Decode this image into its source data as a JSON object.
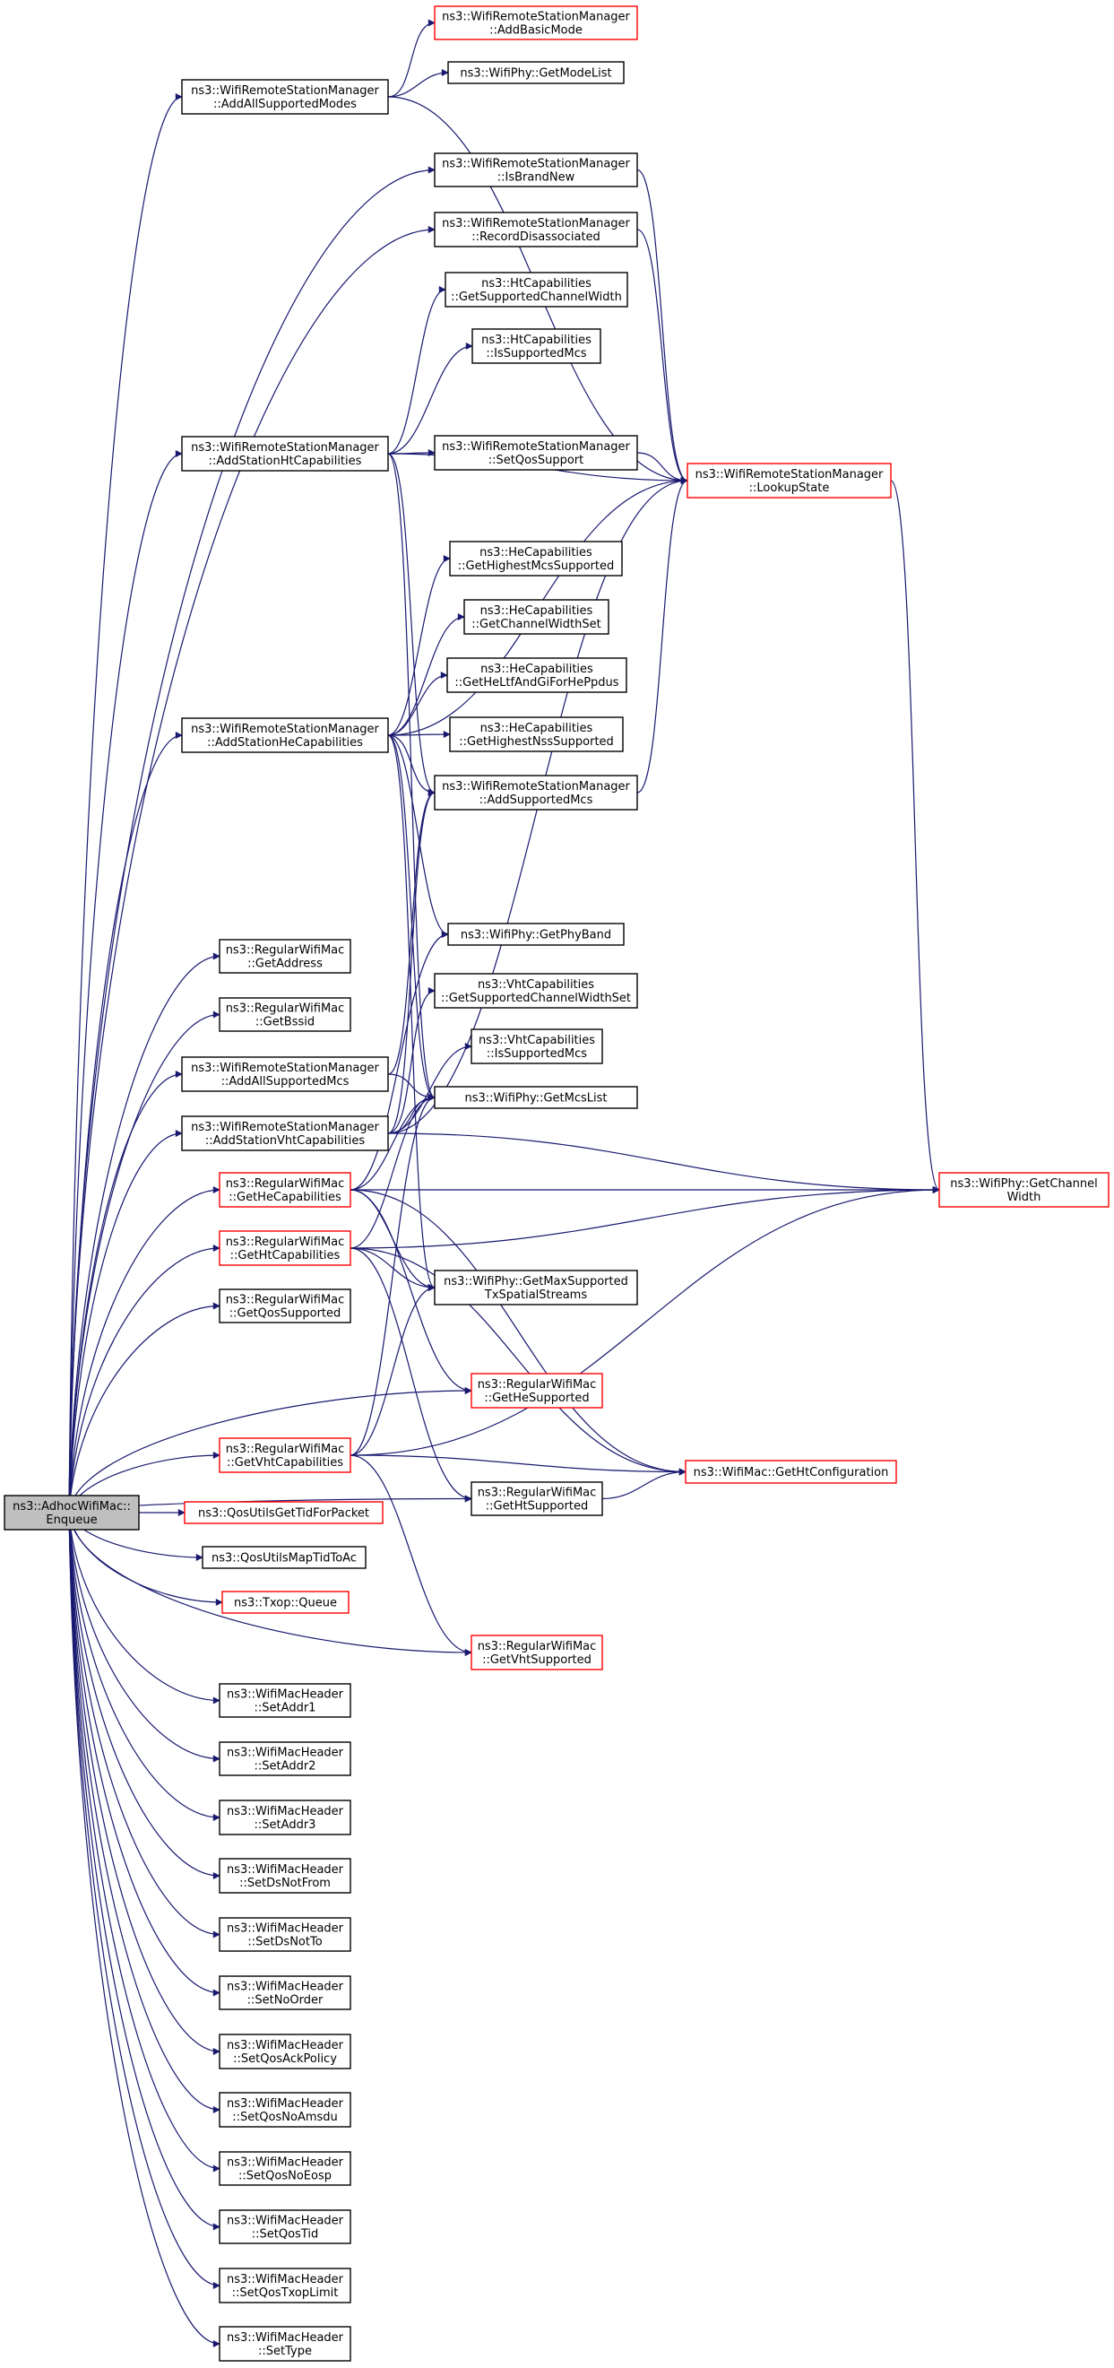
{
  "graph": {
    "edge_color": "#191970",
    "colors": {
      "root_fill": "#bfbfbf",
      "node_fill": "#ffffff",
      "node_border": "#000000",
      "highlight_border": "#ff0000"
    },
    "nodes": [
      {
        "id": "root",
        "lines": [
          "ns3::AdhocWifiMac::",
          "Enqueue"
        ],
        "style": "root"
      },
      {
        "id": "addBasicMode",
        "lines": [
          "ns3::WifiRemoteStationManager",
          "::AddBasicMode"
        ],
        "style": "red"
      },
      {
        "id": "addAllSupportedModes",
        "lines": [
          "ns3::WifiRemoteStationManager",
          "::AddAllSupportedModes"
        ],
        "style": "normal"
      },
      {
        "id": "getModeList",
        "lines": [
          "ns3::WifiPhy::GetModeList"
        ],
        "style": "normal"
      },
      {
        "id": "isBrandNew",
        "lines": [
          "ns3::WifiRemoteStationManager",
          "::IsBrandNew"
        ],
        "style": "normal"
      },
      {
        "id": "recordDisassociated",
        "lines": [
          "ns3::WifiRemoteStationManager",
          "::RecordDisassociated"
        ],
        "style": "normal"
      },
      {
        "id": "htGetSupportedChannelWidth",
        "lines": [
          "ns3::HtCapabilities",
          "::GetSupportedChannelWidth"
        ],
        "style": "normal"
      },
      {
        "id": "htIsSupportedMcs",
        "lines": [
          "ns3::HtCapabilities",
          "::IsSupportedMcs"
        ],
        "style": "normal"
      },
      {
        "id": "addStationHtCapabilities",
        "lines": [
          "ns3::WifiRemoteStationManager",
          "::AddStationHtCapabilities"
        ],
        "style": "normal"
      },
      {
        "id": "setQosSupport",
        "lines": [
          "ns3::WifiRemoteStationManager",
          "::SetQosSupport"
        ],
        "style": "normal"
      },
      {
        "id": "lookupState",
        "lines": [
          "ns3::WifiRemoteStationManager",
          "::LookupState"
        ],
        "style": "red"
      },
      {
        "id": "heGetHighestMcsSupported",
        "lines": [
          "ns3::HeCapabilities",
          "::GetHighestMcsSupported"
        ],
        "style": "normal"
      },
      {
        "id": "heGetChannelWidthSet",
        "lines": [
          "ns3::HeCapabilities",
          "::GetChannelWidthSet"
        ],
        "style": "normal"
      },
      {
        "id": "heGetHeLtfAndGiForHePpdus",
        "lines": [
          "ns3::HeCapabilities",
          "::GetHeLtfAndGiForHePpdus"
        ],
        "style": "normal"
      },
      {
        "id": "addStationHeCapabilities",
        "lines": [
          "ns3::WifiRemoteStationManager",
          "::AddStationHeCapabilities"
        ],
        "style": "normal"
      },
      {
        "id": "heGetHighestNssSupported",
        "lines": [
          "ns3::HeCapabilities",
          "::GetHighestNssSupported"
        ],
        "style": "normal"
      },
      {
        "id": "addSupportedMcs",
        "lines": [
          "ns3::WifiRemoteStationManager",
          "::AddSupportedMcs"
        ],
        "style": "normal"
      },
      {
        "id": "getPhyBand",
        "lines": [
          "ns3::WifiPhy::GetPhyBand"
        ],
        "style": "normal"
      },
      {
        "id": "getAddress",
        "lines": [
          "ns3::RegularWifiMac",
          "::GetAddress"
        ],
        "style": "normal"
      },
      {
        "id": "vhtGetSupportedChannelWidthSet",
        "lines": [
          "ns3::VhtCapabilities",
          "::GetSupportedChannelWidthSet"
        ],
        "style": "normal"
      },
      {
        "id": "getBssid",
        "lines": [
          "ns3::RegularWifiMac",
          "::GetBssid"
        ],
        "style": "normal"
      },
      {
        "id": "vhtIsSupportedMcs",
        "lines": [
          "ns3::VhtCapabilities",
          "::IsSupportedMcs"
        ],
        "style": "normal"
      },
      {
        "id": "addAllSupportedMcs",
        "lines": [
          "ns3::WifiRemoteStationManager",
          "::AddAllSupportedMcs"
        ],
        "style": "normal"
      },
      {
        "id": "getMcsList",
        "lines": [
          "ns3::WifiPhy::GetMcsList"
        ],
        "style": "normal"
      },
      {
        "id": "addStationVhtCapabilities",
        "lines": [
          "ns3::WifiRemoteStationManager",
          "::AddStationVhtCapabilities"
        ],
        "style": "normal"
      },
      {
        "id": "getChannelWidth",
        "lines": [
          "ns3::WifiPhy::GetChannel",
          "Width"
        ],
        "style": "red"
      },
      {
        "id": "getHeCapabilities",
        "lines": [
          "ns3::RegularWifiMac",
          "::GetHeCapabilities"
        ],
        "style": "red"
      },
      {
        "id": "getHtCapabilities",
        "lines": [
          "ns3::RegularWifiMac",
          "::GetHtCapabilities"
        ],
        "style": "red"
      },
      {
        "id": "getMaxSupportedTxSpatialStreams",
        "lines": [
          "ns3::WifiPhy::GetMaxSupported",
          "TxSpatialStreams"
        ],
        "style": "normal"
      },
      {
        "id": "getQosSupported",
        "lines": [
          "ns3::RegularWifiMac",
          "::GetQosSupported"
        ],
        "style": "normal"
      },
      {
        "id": "getHeSupported",
        "lines": [
          "ns3::RegularWifiMac",
          "::GetHeSupported"
        ],
        "style": "red"
      },
      {
        "id": "getVhtCapabilities",
        "lines": [
          "ns3::RegularWifiMac",
          "::GetVhtCapabilities"
        ],
        "style": "red"
      },
      {
        "id": "getHtConfiguration",
        "lines": [
          "ns3::WifiMac::GetHtConfiguration"
        ],
        "style": "red"
      },
      {
        "id": "getHtSupported",
        "lines": [
          "ns3::RegularWifiMac",
          "::GetHtSupported"
        ],
        "style": "normal"
      },
      {
        "id": "qosUtilsGetTidForPacket",
        "lines": [
          "ns3::QosUtilsGetTidForPacket"
        ],
        "style": "red"
      },
      {
        "id": "qosUtilsMapTidToAc",
        "lines": [
          "ns3::QosUtilsMapTidToAc"
        ],
        "style": "normal"
      },
      {
        "id": "txopQueue",
        "lines": [
          "ns3::Txop::Queue"
        ],
        "style": "red"
      },
      {
        "id": "getVhtSupported",
        "lines": [
          "ns3::RegularWifiMac",
          "::GetVhtSupported"
        ],
        "style": "red"
      },
      {
        "id": "setAddr1",
        "lines": [
          "ns3::WifiMacHeader",
          "::SetAddr1"
        ],
        "style": "normal"
      },
      {
        "id": "setAddr2",
        "lines": [
          "ns3::WifiMacHeader",
          "::SetAddr2"
        ],
        "style": "normal"
      },
      {
        "id": "setAddr3",
        "lines": [
          "ns3::WifiMacHeader",
          "::SetAddr3"
        ],
        "style": "normal"
      },
      {
        "id": "setDsNotFrom",
        "lines": [
          "ns3::WifiMacHeader",
          "::SetDsNotFrom"
        ],
        "style": "normal"
      },
      {
        "id": "setDsNotTo",
        "lines": [
          "ns3::WifiMacHeader",
          "::SetDsNotTo"
        ],
        "style": "normal"
      },
      {
        "id": "setNoOrder",
        "lines": [
          "ns3::WifiMacHeader",
          "::SetNoOrder"
        ],
        "style": "normal"
      },
      {
        "id": "setQosAckPolicy",
        "lines": [
          "ns3::WifiMacHeader",
          "::SetQosAckPolicy"
        ],
        "style": "normal"
      },
      {
        "id": "setQosNoAmsdu",
        "lines": [
          "ns3::WifiMacHeader",
          "::SetQosNoAmsdu"
        ],
        "style": "normal"
      },
      {
        "id": "setQosNoEosp",
        "lines": [
          "ns3::WifiMacHeader",
          "::SetQosNoEosp"
        ],
        "style": "normal"
      },
      {
        "id": "setQosTid",
        "lines": [
          "ns3::WifiMacHeader",
          "::SetQosTid"
        ],
        "style": "normal"
      },
      {
        "id": "setQosTxopLimit",
        "lines": [
          "ns3::WifiMacHeader",
          "::SetQosTxopLimit"
        ],
        "style": "normal"
      },
      {
        "id": "setType",
        "lines": [
          "ns3::WifiMacHeader",
          "::SetType"
        ],
        "style": "normal"
      }
    ],
    "edges": [
      [
        "root",
        "addAllSupportedModes"
      ],
      [
        "root",
        "isBrandNew"
      ],
      [
        "root",
        "recordDisassociated"
      ],
      [
        "root",
        "addStationHtCapabilities"
      ],
      [
        "root",
        "addStationHeCapabilities"
      ],
      [
        "root",
        "getAddress"
      ],
      [
        "root",
        "getBssid"
      ],
      [
        "root",
        "addAllSupportedMcs"
      ],
      [
        "root",
        "addStationVhtCapabilities"
      ],
      [
        "root",
        "getHeCapabilities"
      ],
      [
        "root",
        "getHtCapabilities"
      ],
      [
        "root",
        "getQosSupported"
      ],
      [
        "root",
        "getHeSupported"
      ],
      [
        "root",
        "getVhtCapabilities"
      ],
      [
        "root",
        "getHtSupported"
      ],
      [
        "root",
        "qosUtilsGetTidForPacket"
      ],
      [
        "root",
        "qosUtilsMapTidToAc"
      ],
      [
        "root",
        "txopQueue"
      ],
      [
        "root",
        "getVhtSupported"
      ],
      [
        "root",
        "setAddr1"
      ],
      [
        "root",
        "setAddr2"
      ],
      [
        "root",
        "setAddr3"
      ],
      [
        "root",
        "setDsNotFrom"
      ],
      [
        "root",
        "setDsNotTo"
      ],
      [
        "root",
        "setNoOrder"
      ],
      [
        "root",
        "setQosAckPolicy"
      ],
      [
        "root",
        "setQosNoAmsdu"
      ],
      [
        "root",
        "setQosNoEosp"
      ],
      [
        "root",
        "setQosTid"
      ],
      [
        "root",
        "setQosTxopLimit"
      ],
      [
        "root",
        "setType"
      ],
      [
        "addAllSupportedModes",
        "addBasicMode"
      ],
      [
        "addAllSupportedModes",
        "getModeList"
      ],
      [
        "addAllSupportedModes",
        "lookupState"
      ],
      [
        "isBrandNew",
        "lookupState"
      ],
      [
        "recordDisassociated",
        "lookupState"
      ],
      [
        "addStationHtCapabilities",
        "htGetSupportedChannelWidth"
      ],
      [
        "addStationHtCapabilities",
        "htIsSupportedMcs"
      ],
      [
        "addStationHtCapabilities",
        "lookupState"
      ],
      [
        "addStationHtCapabilities",
        "setQosSupport"
      ],
      [
        "addStationHtCapabilities",
        "addSupportedMcs"
      ],
      [
        "addStationHtCapabilities",
        "getMcsList"
      ],
      [
        "setQosSupport",
        "lookupState"
      ],
      [
        "lookupState",
        "getChannelWidth"
      ],
      [
        "addStationHeCapabilities",
        "lookupState"
      ],
      [
        "addStationHeCapabilities",
        "heGetHighestMcsSupported"
      ],
      [
        "addStationHeCapabilities",
        "heGetChannelWidthSet"
      ],
      [
        "addStationHeCapabilities",
        "heGetHeLtfAndGiForHePpdus"
      ],
      [
        "addStationHeCapabilities",
        "heGetHighestNssSupported"
      ],
      [
        "addStationHeCapabilities",
        "addSupportedMcs"
      ],
      [
        "addStationHeCapabilities",
        "getPhyBand"
      ],
      [
        "addStationHeCapabilities",
        "getMcsList"
      ],
      [
        "addStationHeCapabilities",
        "getMaxSupportedTxSpatialStreams"
      ],
      [
        "addSupportedMcs",
        "lookupState"
      ],
      [
        "addAllSupportedMcs",
        "addSupportedMcs"
      ],
      [
        "addAllSupportedMcs",
        "getMcsList"
      ],
      [
        "addStationVhtCapabilities",
        "lookupState"
      ],
      [
        "addStationVhtCapabilities",
        "vhtGetSupportedChannelWidthSet"
      ],
      [
        "addStationVhtCapabilities",
        "vhtIsSupportedMcs"
      ],
      [
        "addStationVhtCapabilities",
        "getMcsList"
      ],
      [
        "addStationVhtCapabilities",
        "getChannelWidth"
      ],
      [
        "addStationVhtCapabilities",
        "addSupportedMcs"
      ],
      [
        "getHeCapabilities",
        "getPhyBand"
      ],
      [
        "getHeCapabilities",
        "getMcsList"
      ],
      [
        "getHeCapabilities",
        "getChannelWidth"
      ],
      [
        "getHeCapabilities",
        "getMaxSupportedTxSpatialStreams"
      ],
      [
        "getHeCapabilities",
        "getHeSupported"
      ],
      [
        "getHeCapabilities",
        "getHtConfiguration"
      ],
      [
        "getHtCapabilities",
        "getMcsList"
      ],
      [
        "getHtCapabilities",
        "getMaxSupportedTxSpatialStreams"
      ],
      [
        "getHtCapabilities",
        "getChannelWidth"
      ],
      [
        "getHtCapabilities",
        "getHtSupported"
      ],
      [
        "getHtCapabilities",
        "getHtConfiguration"
      ],
      [
        "getVhtCapabilities",
        "getMcsList"
      ],
      [
        "getVhtCapabilities",
        "getMaxSupportedTxSpatialStreams"
      ],
      [
        "getVhtCapabilities",
        "getChannelWidth"
      ],
      [
        "getVhtCapabilities",
        "getVhtSupported"
      ],
      [
        "getVhtCapabilities",
        "getHtConfiguration"
      ],
      [
        "getHtSupported",
        "getHtConfiguration"
      ]
    ]
  }
}
